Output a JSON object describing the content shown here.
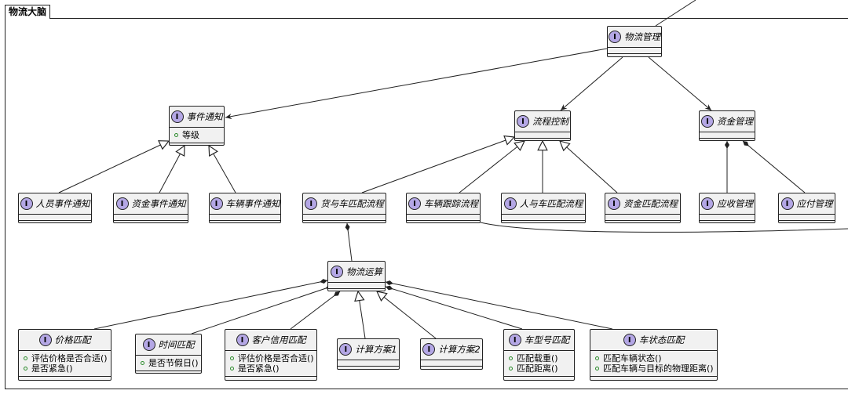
{
  "package": {
    "name": "物流大脑"
  },
  "badge_letter": "I",
  "nodes": [
    {
      "id": "wuliu_guanli",
      "name": "物流管理",
      "members": []
    },
    {
      "id": "shijian_tongzhi",
      "name": "事件通知",
      "members": [
        "等级"
      ]
    },
    {
      "id": "liucheng_kongzhi",
      "name": "流程控制",
      "members": []
    },
    {
      "id": "zijin_guanli",
      "name": "资金管理",
      "members": []
    },
    {
      "id": "renyuan_shijian",
      "name": "人员事件通知",
      "members": []
    },
    {
      "id": "zijin_shijian",
      "name": "资金事件通知",
      "members": []
    },
    {
      "id": "cheliang_shijian",
      "name": "车辆事件通知",
      "members": []
    },
    {
      "id": "huo_che_pipei",
      "name": "货与车匹配流程",
      "members": []
    },
    {
      "id": "cheliang_genzong",
      "name": "车辆跟踪流程",
      "members": []
    },
    {
      "id": "ren_che_pipei",
      "name": "人与车匹配流程",
      "members": []
    },
    {
      "id": "zijin_pipei",
      "name": "资金匹配流程",
      "members": []
    },
    {
      "id": "yingshou",
      "name": "应收管理",
      "members": []
    },
    {
      "id": "yingfu",
      "name": "应付管理",
      "members": []
    },
    {
      "id": "wuliu_yunsuan",
      "name": "物流运算",
      "members": []
    },
    {
      "id": "jiage_pipei",
      "name": "价格匹配",
      "members": [
        "评估价格是否合适()",
        "是否紧急()"
      ]
    },
    {
      "id": "shijian_pipei",
      "name": "时间匹配",
      "members": [
        "是否节假日()"
      ]
    },
    {
      "id": "kehu_xinyong",
      "name": "客户信用匹配",
      "members": [
        "评估价格是否合适()",
        "是否紧急()"
      ]
    },
    {
      "id": "fangan1",
      "name": "计算方案1",
      "members": []
    },
    {
      "id": "fangan2",
      "name": "计算方案2",
      "members": []
    },
    {
      "id": "chexinghao",
      "name": "车型号匹配",
      "members": [
        "匹配载重()",
        "匹配距离()"
      ]
    },
    {
      "id": "chezhuangtai",
      "name": "车状态匹配",
      "members": [
        "匹配车辆状态()",
        "匹配车辆与目标的物理距离()"
      ]
    }
  ],
  "relations": [
    {
      "from": "wuliu_guanli",
      "to": "shijian_tongzhi",
      "kind": "association"
    },
    {
      "from": "wuliu_guanli",
      "to": "liucheng_kongzhi",
      "kind": "association"
    },
    {
      "from": "wuliu_guanli",
      "to": "zijin_guanli",
      "kind": "association"
    },
    {
      "from": "renyuan_shijian",
      "to": "shijian_tongzhi",
      "kind": "inheritance"
    },
    {
      "from": "zijin_shijian",
      "to": "shijian_tongzhi",
      "kind": "inheritance"
    },
    {
      "from": "cheliang_shijian",
      "to": "shijian_tongzhi",
      "kind": "inheritance"
    },
    {
      "from": "huo_che_pipei",
      "to": "liucheng_kongzhi",
      "kind": "inheritance"
    },
    {
      "from": "cheliang_genzong",
      "to": "liucheng_kongzhi",
      "kind": "inheritance"
    },
    {
      "from": "ren_che_pipei",
      "to": "liucheng_kongzhi",
      "kind": "inheritance"
    },
    {
      "from": "zijin_pipei",
      "to": "liucheng_kongzhi",
      "kind": "inheritance"
    },
    {
      "from": "yingshou",
      "to": "zijin_guanli",
      "kind": "composition"
    },
    {
      "from": "yingfu",
      "to": "zijin_guanli",
      "kind": "composition"
    },
    {
      "from": "wuliu_yunsuan",
      "to": "huo_che_pipei",
      "kind": "composition"
    },
    {
      "from": "jiage_pipei",
      "to": "wuliu_yunsuan",
      "kind": "composition"
    },
    {
      "from": "shijian_pipei",
      "to": "wuliu_yunsuan",
      "kind": "composition"
    },
    {
      "from": "kehu_xinyong",
      "to": "wuliu_yunsuan",
      "kind": "composition"
    },
    {
      "from": "fangan1",
      "to": "wuliu_yunsuan",
      "kind": "inheritance"
    },
    {
      "from": "fangan2",
      "to": "wuliu_yunsuan",
      "kind": "inheritance"
    },
    {
      "from": "chexinghao",
      "to": "wuliu_yunsuan",
      "kind": "composition"
    },
    {
      "from": "chezhuangtai",
      "to": "wuliu_yunsuan",
      "kind": "composition"
    },
    {
      "from": "cheliang_genzong",
      "to": "external",
      "kind": "association"
    },
    {
      "from": "wuliu_guanli",
      "to": "external",
      "kind": "association"
    }
  ]
}
